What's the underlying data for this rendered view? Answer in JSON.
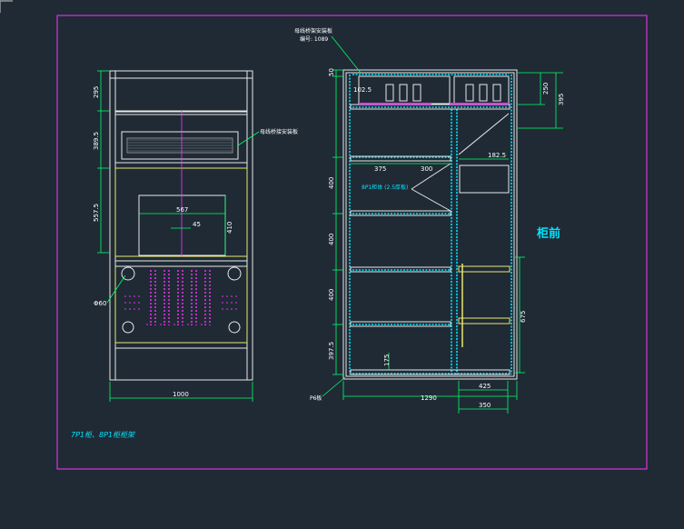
{
  "drawing": {
    "title": "7P1柜、8P1柜柜架",
    "rear_label": "柜前",
    "colors": {
      "background": "#1f2a35",
      "frame": "#ff33ff",
      "outline": "#e8e8e8",
      "dimension": "#00ff66",
      "accent": "#00e5ff",
      "panel": "#e8e870"
    }
  },
  "front_view": {
    "dims_left": [
      "295",
      "389.5",
      "557.5"
    ],
    "dim_bottom": "1000",
    "dim_inner_width": "567",
    "dim_inner_small": "45",
    "dim_inner_height": "410",
    "dim_hole": "Φ60",
    "callout_right": "母线桥接安装板"
  },
  "side_view": {
    "callout_top_line1": "母线桥架安装板",
    "callout_top_line2": "编号: 1089",
    "dim_top_left": "50",
    "dim_top_inner": "102.5",
    "dim_right_1": "250",
    "dim_right_2": "395",
    "dim_shelf_left": "375",
    "dim_shelf_right": "300",
    "dim_small_right": "182.5",
    "dims_left": [
      "400",
      "400",
      "400",
      "397.5"
    ],
    "center_label": "8P1柜体 (2.5厚板)",
    "dim_inner_bottom": "175",
    "dim_right_lower": "675",
    "dim_bottom_total": "1290",
    "dim_bottom_425": "425",
    "dim_bottom_350": "350",
    "callout_bottom": "P6板"
  }
}
